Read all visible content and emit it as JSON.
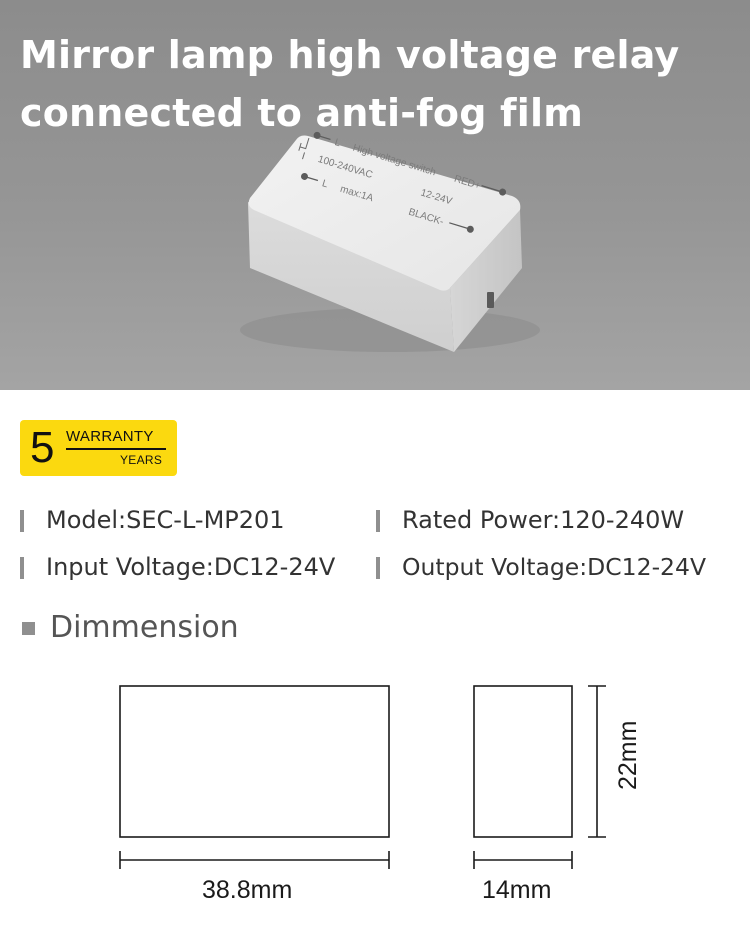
{
  "hero": {
    "title_line1": "Mirror lamp high voltage relay",
    "title_line2": "connected to anti-fog film",
    "background_color": "#969696",
    "product_label": {
      "terminal_l_top": "L",
      "switch_text": "High voltage switch",
      "red_plus": "RED+",
      "ac_range": "100-240VAC",
      "terminal_l_bottom": "L",
      "max_current": "max:1A",
      "dc_range": "12-24V",
      "black_minus": "BLACK-"
    }
  },
  "warranty": {
    "number": "5",
    "word": "WARRANTY",
    "unit": "YEARS",
    "badge_color": "#fbd90f"
  },
  "specs": {
    "model": "Model:SEC-L-MP201",
    "rated_power": "Rated Power:120-240W",
    "input_voltage": "Input Voltage:DC12-24V",
    "output_voltage": "Output Voltage:DC12-24V"
  },
  "section": {
    "title": "Dimmension"
  },
  "dimensions": {
    "length_label": "38.8mm",
    "width_label": "14mm",
    "height_label": "22mm"
  }
}
